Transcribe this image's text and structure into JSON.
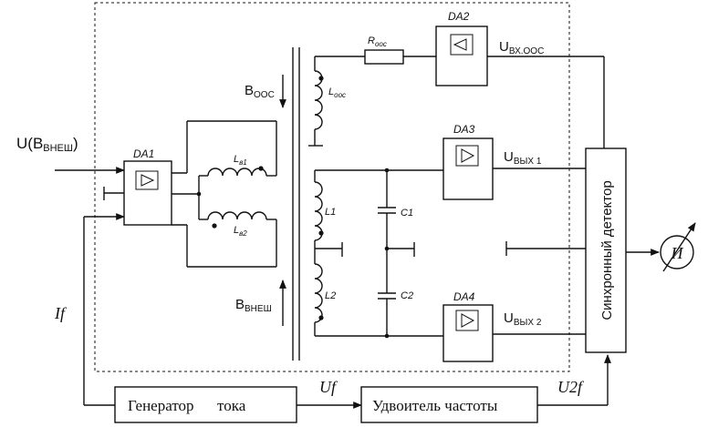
{
  "labels": {
    "u_ext_main": "U(B",
    "u_ext_sub": "ВНЕШ",
    "u_ext_close": ")",
    "b_ooc_main": "B",
    "b_ooc_sub": "OOC",
    "b_ext_main": "B",
    "b_ext_sub": "ВНЕШ",
    "da1": "DA1",
    "da2": "DA2",
    "da3": "DA3",
    "da4": "DA4",
    "r_ooc_main": "R",
    "r_ooc_sub": "ooc",
    "l_ooc_main": "L",
    "l_ooc_sub": "ooc",
    "lb1_main": "L",
    "lb1_sub": "в1",
    "lb2_main": "L",
    "lb2_sub": "в2",
    "l1": "L1",
    "l2": "L2",
    "c1": "C1",
    "c2": "C2",
    "u_vx_main": "U",
    "u_vx_sub": "ВХ.ООС",
    "u_out1_main": "U",
    "u_out1_sub": "ВЫХ 1",
    "u_out2_main": "U",
    "u_out2_sub": "ВЫХ 2",
    "sync_detector": "Синхронный детектор",
    "meter": "И",
    "i_f": "If",
    "u_f": "Uf",
    "u_2f": "U2f",
    "generator": "Генератор      тока",
    "doubler": "Удвоитель частоты"
  }
}
